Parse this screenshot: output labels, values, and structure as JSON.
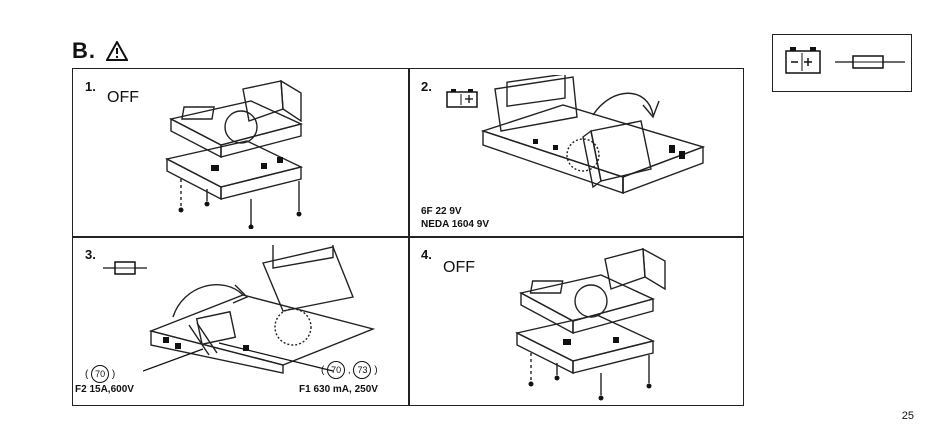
{
  "header": {
    "section": "B."
  },
  "panels": [
    {
      "number": "1.",
      "label": "OFF"
    },
    {
      "number": "2.",
      "battery_types": [
        "6F 22 9V",
        "NEDA 1604 9V"
      ]
    },
    {
      "number": "3.",
      "fuse_left_model": "70",
      "fuse_right_models": [
        "70",
        "73"
      ],
      "fuse_left": "F2 15A,600V",
      "fuse_right": "F1 630 mA, 250V"
    },
    {
      "number": "4.",
      "label": "OFF"
    }
  ],
  "icons": {
    "warning": "warning-triangle-icon",
    "battery": "battery-icon",
    "fuse": "fuse-icon"
  },
  "footer": {
    "page_number": "25"
  }
}
